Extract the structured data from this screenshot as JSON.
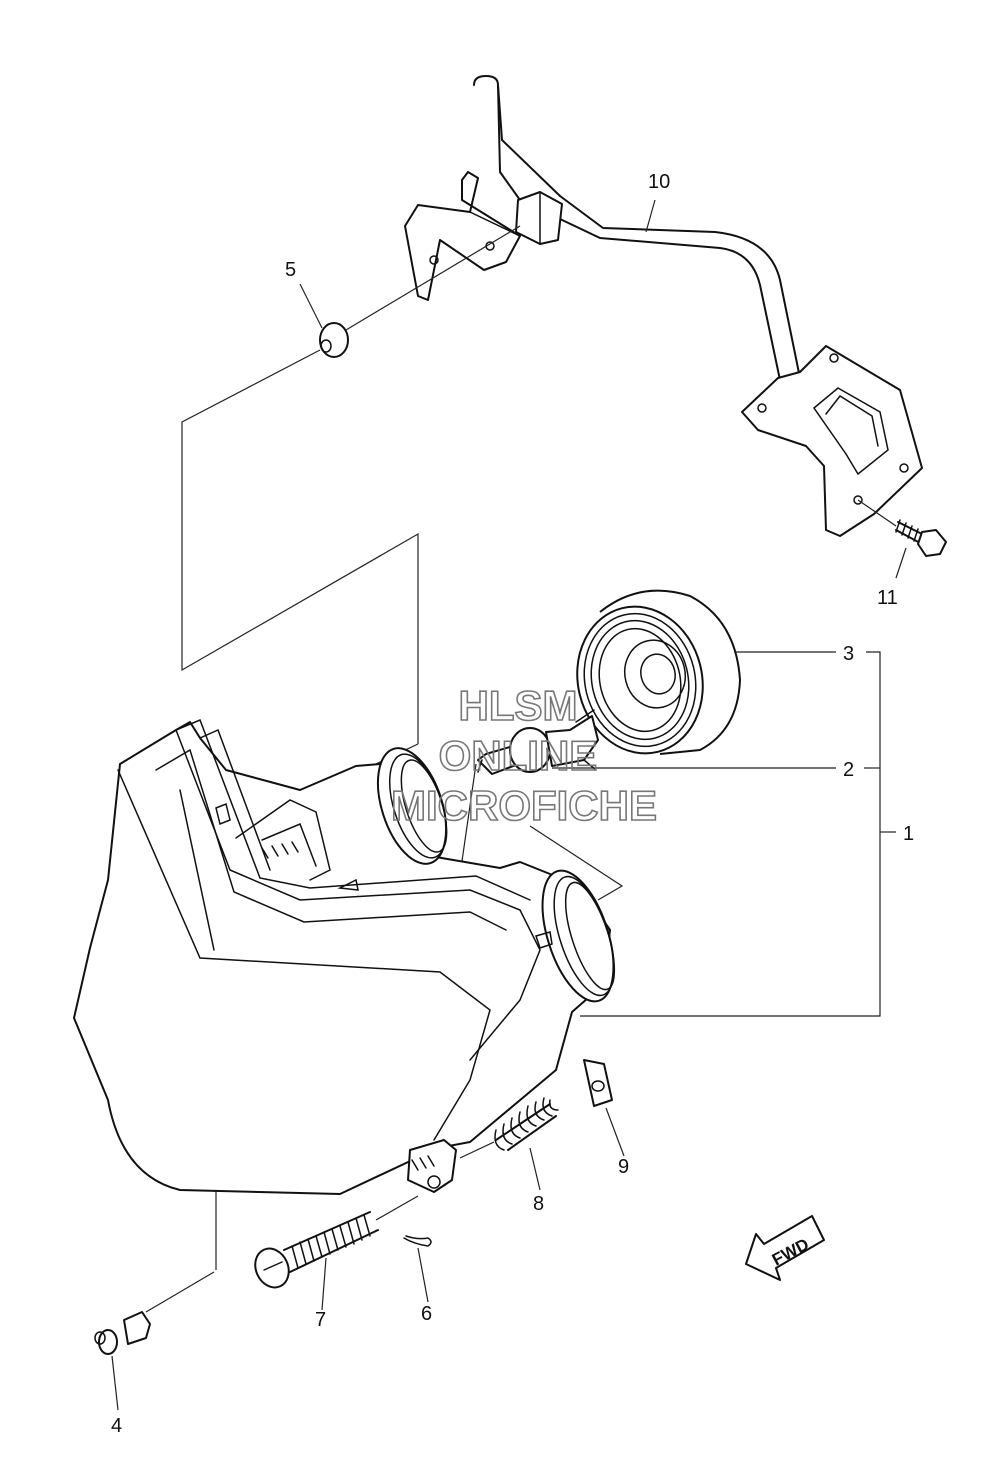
{
  "watermark": {
    "line1": "HLSM",
    "line2": "ONLINE",
    "line3": "MICROFICHE",
    "color": "#777777"
  },
  "callouts": {
    "c1": "1",
    "c2": "2",
    "c3": "3",
    "c4": "4",
    "c5": "5",
    "c6": "6",
    "c7": "7",
    "c8": "8",
    "c9": "9",
    "c10": "10",
    "c11": "11"
  },
  "direction_arrow": "FWD",
  "colors": {
    "line": "#111111",
    "background": "#ffffff"
  }
}
